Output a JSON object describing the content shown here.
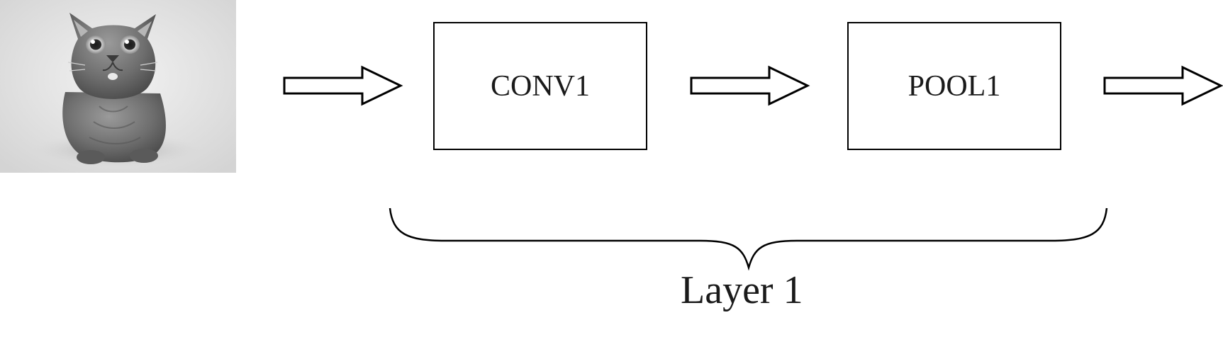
{
  "diagram": {
    "input_image": {
      "subject": "cat",
      "icon": "cat-photo-icon"
    },
    "blocks": [
      {
        "label": "CONV1"
      },
      {
        "label": "POOL1"
      }
    ],
    "arrows": {
      "count": 3,
      "icon": "right-arrow-icon"
    },
    "group": {
      "label": "Layer 1",
      "icon": "curly-brace-icon"
    }
  },
  "colors": {
    "stroke": "#000000",
    "background": "#ffffff",
    "photo_background": "#e6e6e6"
  }
}
